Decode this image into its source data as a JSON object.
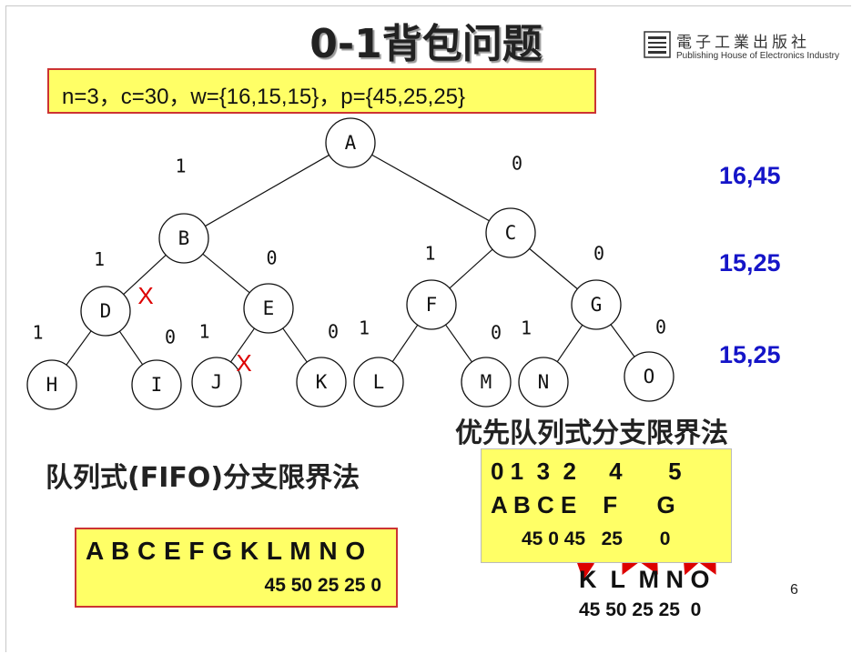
{
  "title": "0-1背包问题",
  "publisher": {
    "cn": "電子工業出版社",
    "en": "Publishing House of Electronics Industry",
    "logo_icon": "publisher-logo-icon"
  },
  "params": "n=3，c=30，w={16,15,15}，p={45,25,25}",
  "tree": {
    "nodes": [
      "A",
      "B",
      "C",
      "D",
      "E",
      "F",
      "G",
      "H",
      "I",
      "J",
      "K",
      "L",
      "M",
      "N",
      "O"
    ],
    "edges": [
      {
        "from": "A",
        "to": "B",
        "label": "1"
      },
      {
        "from": "A",
        "to": "C",
        "label": "0"
      },
      {
        "from": "B",
        "to": "D",
        "label": "1"
      },
      {
        "from": "B",
        "to": "E",
        "label": "0"
      },
      {
        "from": "C",
        "to": "F",
        "label": "1"
      },
      {
        "from": "C",
        "to": "G",
        "label": "0"
      },
      {
        "from": "D",
        "to": "H",
        "label": "1"
      },
      {
        "from": "D",
        "to": "I",
        "label": "0"
      },
      {
        "from": "E",
        "to": "J",
        "label": "1"
      },
      {
        "from": "E",
        "to": "K",
        "label": "0"
      },
      {
        "from": "F",
        "to": "L",
        "label": "1"
      },
      {
        "from": "F",
        "to": "M",
        "label": "0"
      },
      {
        "from": "G",
        "to": "N",
        "label": "1"
      },
      {
        "from": "G",
        "to": "O",
        "label": "0"
      }
    ],
    "pruned_mark": "X",
    "pruned_edges": [
      "B-D",
      "E-J"
    ],
    "levels": [
      "16,45",
      "15,25",
      "15,25"
    ],
    "level_color": "#1515c8",
    "prune_color": "#dd0000"
  },
  "fifo": {
    "heading": "队列式(FIFO)分支限界法",
    "sequence": "A B C E F G K L M N O",
    "values": "45 50 25 25 0"
  },
  "priority": {
    "heading": "优先队列式分支限界法",
    "row1": "0 1  3  2     4       5",
    "row2": "A B C E    F      G",
    "row3": "45 0 45   25       0",
    "leaves": "K  L  M N O",
    "leaf_values": "45 50 25 25  0"
  },
  "page_number": "6",
  "colors": {
    "box_fill": "#ffff66",
    "box_border": "#cc3333",
    "arrow": "#dd0000"
  }
}
